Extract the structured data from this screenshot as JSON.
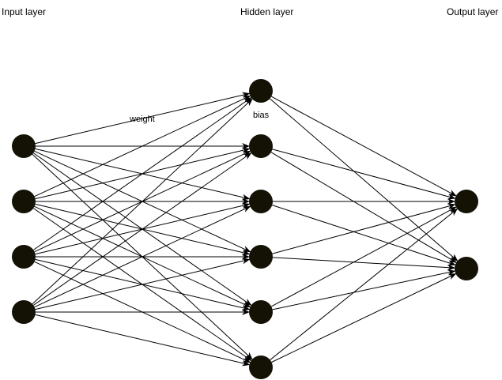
{
  "layers": {
    "input": {
      "title": "Input layer",
      "node_count": 4
    },
    "hidden": {
      "title": "Hidden layer",
      "node_count": 6
    },
    "output": {
      "title": "Output layer",
      "node_count": 2
    }
  },
  "annotations": {
    "weight": "weight",
    "bias": "bias"
  },
  "colors": {
    "node_fill": "#141205",
    "edge": "#000000",
    "background": "#ffffff"
  },
  "connections": "fully-connected"
}
